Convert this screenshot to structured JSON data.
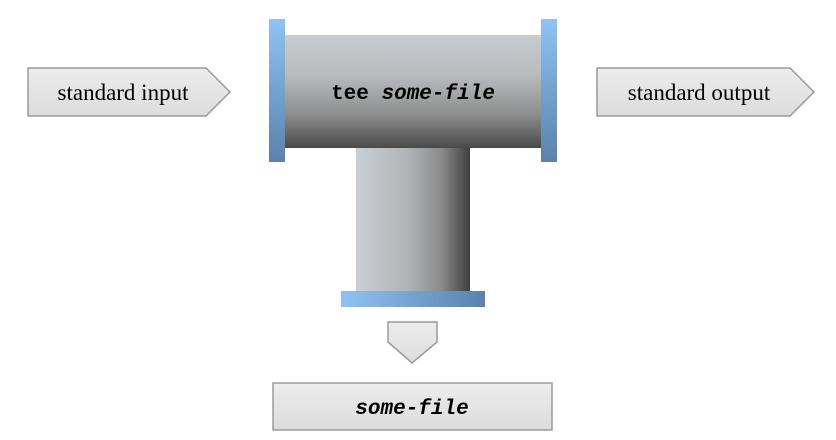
{
  "diagram": {
    "input_label": "standard input",
    "output_label": "standard output",
    "command": {
      "name": "tee",
      "argument": "some-file"
    },
    "file_label": "some-file"
  }
}
